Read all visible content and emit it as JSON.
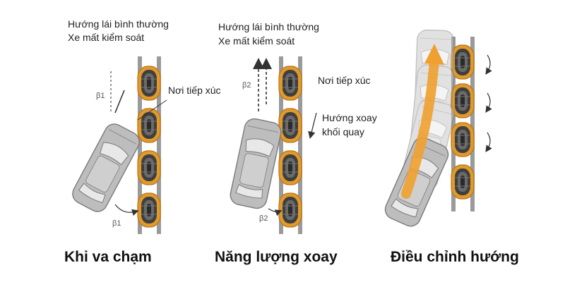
{
  "colors": {
    "rail": "#9a9a9a",
    "roller_ring": "#e09a2c",
    "roller_core": "#444444",
    "car_body": "#bdbdbd",
    "car_outline": "#7a7a7a",
    "arrow_orange": "#f0a030",
    "text": "#1f1f1f"
  },
  "panel1": {
    "line1": "Hướng lái bình thường",
    "line2": "Xe mất kiểm soát",
    "contact": "Nơi tiếp xúc",
    "beta_top": "β1",
    "beta_bottom": "β1",
    "caption": "Khi va chạm"
  },
  "panel2": {
    "line1": "Hướng lái bình thường",
    "line2": "Xe mất kiểm soát",
    "contact": "Nơi tiếp xúc",
    "beta_top": "β2",
    "beta_bottom": "β2",
    "rotation_line1": "Hướng xoay",
    "rotation_line2": "khối quay",
    "caption": "Năng lượng xoay"
  },
  "panel3": {
    "caption": "Điều chỉnh hướng"
  },
  "icons": [
    "roller-icon",
    "car-icon",
    "direction-arrow-icon",
    "rotation-arrow-icon"
  ]
}
